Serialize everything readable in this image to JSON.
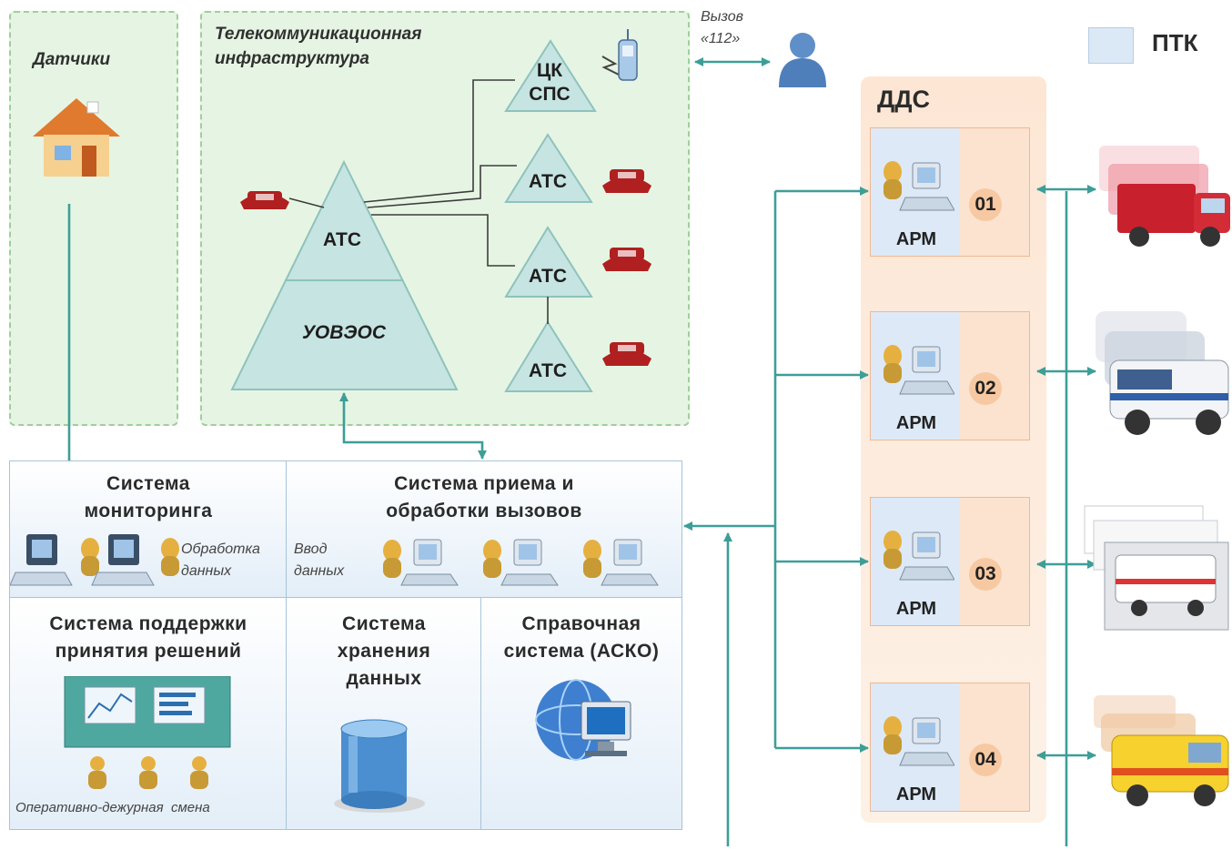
{
  "legend": {
    "label": "ПТК",
    "swatch_color": "#dbe8f6"
  },
  "sensors": {
    "title": "Датчики",
    "icon": "house-icon"
  },
  "telecom": {
    "title_line1": "Телекоммуникационная",
    "title_line2": "инфраструктура",
    "main_ats": "АТС",
    "uoveos": "УОВЭОС",
    "ck_sps_line1": "ЦК",
    "ck_sps_line2": "СПС",
    "ats_nodes": [
      "АТС",
      "АТС",
      "АТС"
    ]
  },
  "call": {
    "line1": "Вызов",
    "line2": "«112»",
    "icon": "person-icon"
  },
  "monitoring": {
    "title_line1": "Система",
    "title_line2": "мониторинга",
    "note_line1": "Обработка",
    "note_line2": "данных"
  },
  "call_processing": {
    "title_line1": "Система приема и",
    "title_line2": "обработки вызовов",
    "note_line1": "Ввод",
    "note_line2": "данных"
  },
  "decision_support": {
    "title_line1": "Система поддержки",
    "title_line2": "принятия решений",
    "caption": "Оперативно-дежурная  смена"
  },
  "storage": {
    "title_line1": "Система",
    "title_line2": "хранения",
    "title_line3": "данных"
  },
  "reference": {
    "title_line1": "Справочная",
    "title_line2": "система (АСКО)"
  },
  "dds": {
    "title": "ДДС",
    "units": [
      {
        "arm": "АРМ",
        "number": "01",
        "vehicle": "fire-truck-icon"
      },
      {
        "arm": "АРМ",
        "number": "02",
        "vehicle": "police-car-icon"
      },
      {
        "arm": "АРМ",
        "number": "03",
        "vehicle": "ambulance-icon"
      },
      {
        "arm": "АРМ",
        "number": "04",
        "vehicle": "gas-service-van-icon"
      }
    ]
  },
  "colors": {
    "arrow": "#3d9e97",
    "line": "#3c3c3c",
    "phone": "#b02020",
    "triangle": "#bfe0de"
  }
}
